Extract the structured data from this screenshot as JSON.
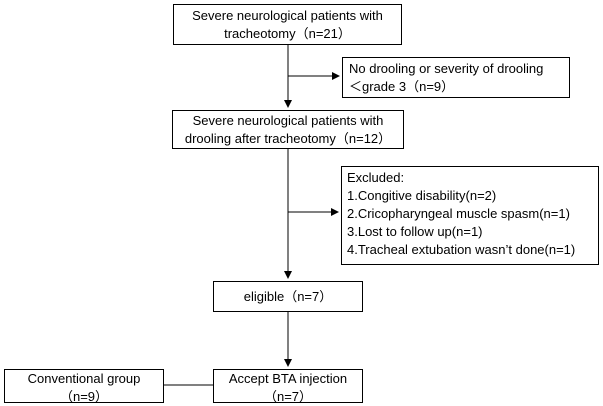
{
  "nodes": {
    "n1": {
      "lines": [
        "Severe neurological patients with",
        "tracheotomy（n=21）"
      ]
    },
    "n2": {
      "lines": [
        "No drooling or severity of drooling",
        "＜grade 3（n=9）"
      ]
    },
    "n3": {
      "lines": [
        "Severe neurological patients with",
        "drooling after tracheotomy（n=12）"
      ]
    },
    "n4": {
      "lines": [
        "Excluded:",
        "1.Congitive disability(n=2)",
        "2.Cricopharyngeal muscle spasm(n=1)",
        "3.Lost to follow up(n=1)",
        "4.Tracheal extubation wasn’t done(n=1)"
      ]
    },
    "n5": {
      "lines": [
        "eligible（n=7）"
      ]
    },
    "n6": {
      "lines": [
        "Conventional group",
        "（n=9）"
      ]
    },
    "n7": {
      "lines": [
        "Accept BTA injection",
        "（n=7）"
      ]
    }
  },
  "style": {
    "stroke": "#000000",
    "background": "#ffffff"
  }
}
